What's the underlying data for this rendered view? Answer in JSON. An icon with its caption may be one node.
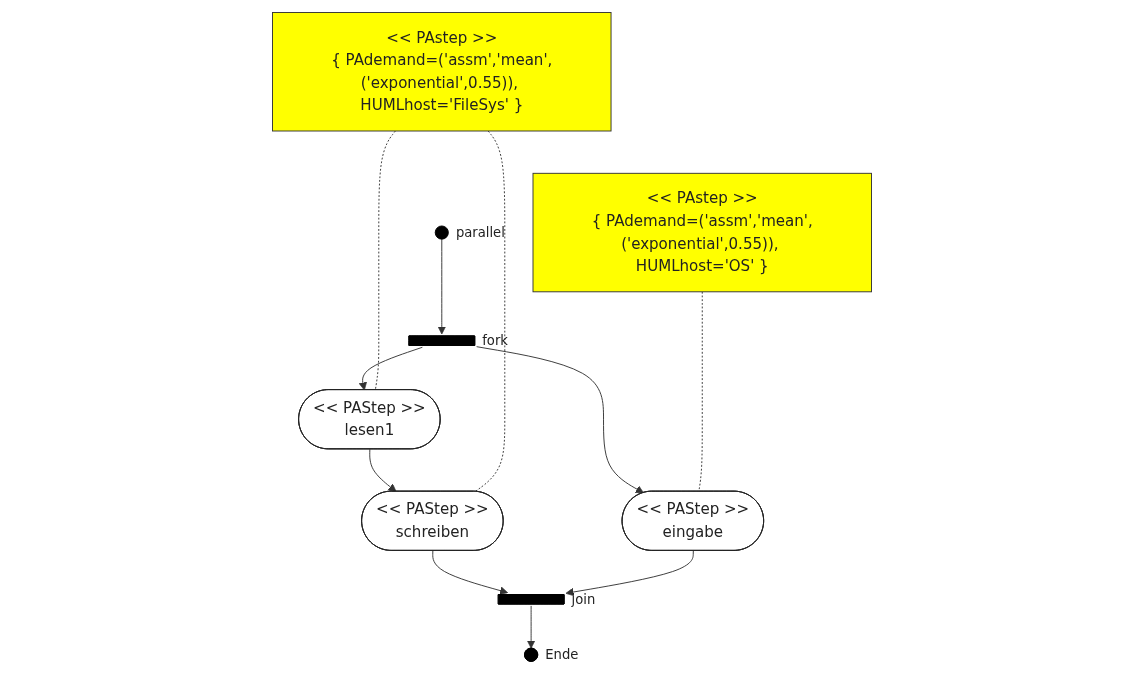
{
  "diagram": {
    "nodes": [
      {
        "text": [
          "<< PAstep >>",
          "{ PAdemand=('assm','mean',('exponential',0.55)), HUMLhost='FileSys' }"
        ]
      },
      {
        "text": [],
        "shape": "circle",
        "beside": [
          "parallel"
        ]
      },
      {
        "text": [],
        "shape": "bar",
        "beside": [
          "fork"
        ]
      },
      {
        "text": [
          "<< PAstep >>",
          "{ PAdemand=('assm','mean',('exponential',0.55)), HUMLhost='OS' }"
        ]
      },
      {
        "text": [
          "<< PAStep >>",
          "lesen1"
        ]
      },
      {
        "text": [
          "<< PAStep >>",
          "eingabe"
        ]
      },
      {
        "text": [
          "<< PAStep >>",
          "schreiben"
        ]
      },
      {
        "text": [],
        "shape": "bar",
        "beside": [
          "join"
        ]
      },
      {
        "text": [],
        "shape": "circle",
        "beside": [
          "Ende"
        ]
      }
    ],
    "edges": [
      {
        "from": 1,
        "to": 2,
        "arrow": "to"
      },
      {
        "from": 2,
        "to": 4,
        "arrow": "to"
      },
      {
        "from": 2,
        "to": 5,
        "arrow": "to"
      },
      {
        "from": 4,
        "to": 6,
        "arrow": "to"
      },
      {
        "from": 6,
        "to": 7,
        "arrow": "to"
      },
      {
        "from": 5,
        "to": 7,
        "arrow": "to"
      },
      {
        "from": 7,
        "to": 8,
        "arrow": "to"
      },
      {
        "from": 0,
        "to": 4,
        "arrow": "none",
        "style": "dashed"
      },
      {
        "from": 0,
        "to": 6,
        "arrow": "none",
        "style": "dashed"
      },
      {
        "from": 3,
        "to": 5,
        "arrow": "none",
        "style": "dashed"
      }
    ]
  }
}
